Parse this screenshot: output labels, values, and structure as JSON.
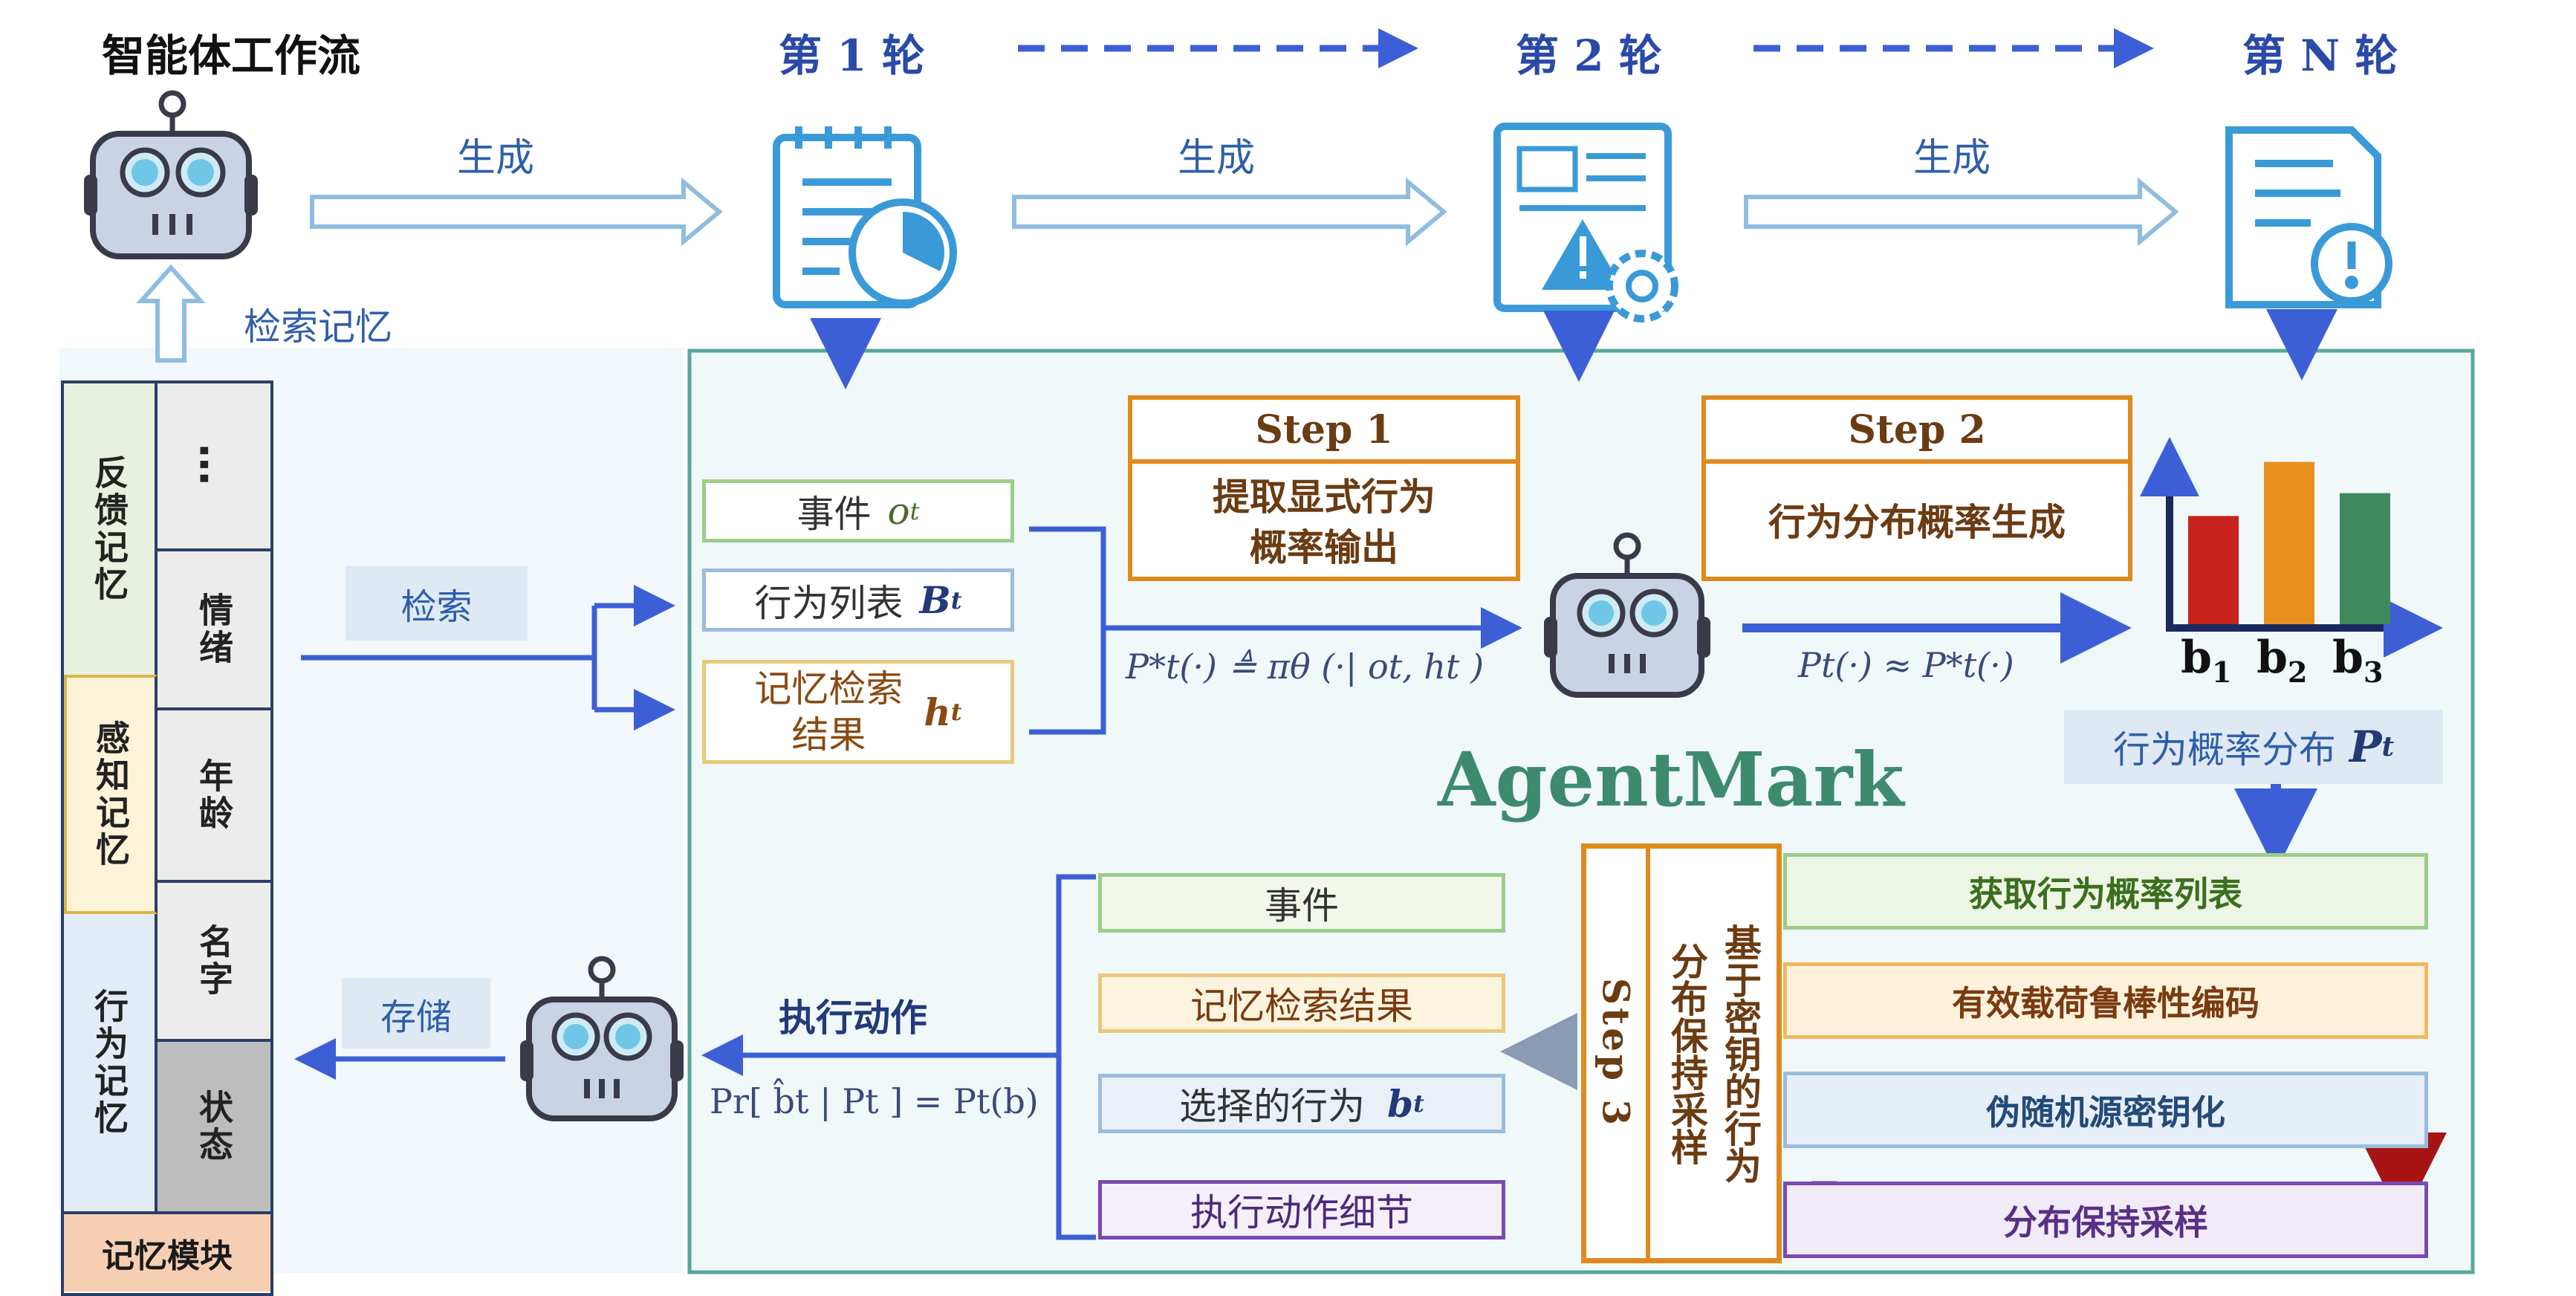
{
  "header": {
    "workflow_title": "智能体工作流",
    "round1": "第 1 轮",
    "round2": "第 2 轮",
    "roundN": "第 N 轮",
    "generate1": "生成",
    "generate2": "生成",
    "generate3": "生成",
    "retrieve_memory": "检索记忆"
  },
  "memory": {
    "groups": [
      "反馈记忆",
      "感知记忆",
      "行为记忆"
    ],
    "items": [
      "…",
      "情绪",
      "年龄",
      "名字",
      "状态"
    ],
    "module_label": "记忆模块",
    "retrieve": "检索",
    "store": "存储"
  },
  "inputs": {
    "event_label": "事件",
    "event_var": "o",
    "event_sub": "t",
    "behavior_list_label": "行为列表",
    "behavior_list_var": "B",
    "behavior_list_sub": "t",
    "memory_result_line1": "记忆检索",
    "memory_result_line2": "结果",
    "memory_result_var": "h",
    "memory_result_sub": "t"
  },
  "step1": {
    "header": "Step 1",
    "line1": "提取显式行为",
    "line2": "概率输出",
    "formula": "P*t(·) ≜ πθ (·| ot, ht )"
  },
  "step2": {
    "header": "Step 2",
    "body": "行为分布概率生成",
    "formula": "Pt(·) ≈ P*t(·)"
  },
  "chart_data": {
    "type": "bar",
    "categories": [
      "b1",
      "b2",
      "b3"
    ],
    "values": [
      0.52,
      0.78,
      0.63
    ],
    "colors": [
      "#c8231c",
      "#e8901e",
      "#3e8a5e"
    ]
  },
  "prob_dist": {
    "label": "行为概率分布",
    "var": "P",
    "sub": "t"
  },
  "brand": "AgentMark",
  "step3": {
    "header": "Step 3",
    "line1": "基于密钥的行为",
    "line2": "分布保持采样",
    "items": [
      {
        "label": "获取行为概率列表",
        "icon": "bar-chart-icon",
        "color": "#3b6e1e"
      },
      {
        "label": "有效载荷鲁棒性编码",
        "icon": "terminal-icon",
        "color": "#7a3b10"
      },
      {
        "label": "伪随机源密钥化",
        "icon": "key-icon",
        "color": "#234a78"
      },
      {
        "label": "分布保持采样",
        "icon": "test-tube-icon",
        "color": "#5a2f86"
      }
    ]
  },
  "outputs": {
    "items": [
      "事件",
      "记忆检索结果",
      "选择的行为",
      "执行动作细节"
    ],
    "selected_var": "b",
    "selected_sub": "t",
    "action_label": "执行动作",
    "action_formula": "Pr[ b̂t | Pt ] = Pt(b)"
  },
  "colors": {
    "accent_blue": "#3d5fd6",
    "panel_bg": "#f0f8fa",
    "panel_border": "#5aa69a",
    "step_orange": "#e08a1e"
  }
}
